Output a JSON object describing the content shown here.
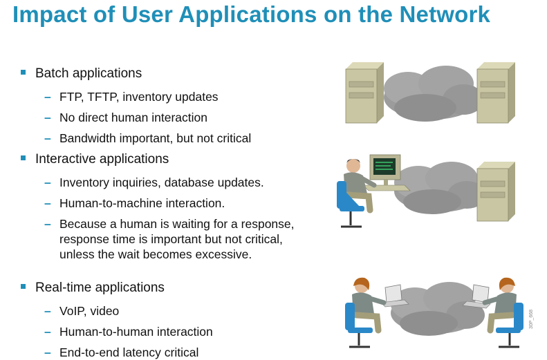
{
  "title": "Impact of User Applications on the Network",
  "sections": [
    {
      "heading": "Batch applications",
      "items": [
        "FTP, TFTP, inventory updates",
        "No direct human interaction",
        "Bandwidth important, but not critical"
      ]
    },
    {
      "heading": "Interactive applications",
      "items": [
        "Inventory inquiries, database updates.",
        "Human-to-machine interaction.",
        "Because a human is waiting for a response, response time is important but not critical, unless the wait becomes excessive."
      ]
    },
    {
      "heading": "Real-time applications",
      "items": [
        "VoIP, video",
        "Human-to-human interaction",
        "End-to-end latency critical"
      ]
    }
  ],
  "figure_code": "30P_668",
  "colors": {
    "title": "#1f8fb8",
    "bullet": "#1f8fb8",
    "cloud": "#9a9a9a",
    "server": "#c9c6a4",
    "chair": "#2a88c8"
  }
}
